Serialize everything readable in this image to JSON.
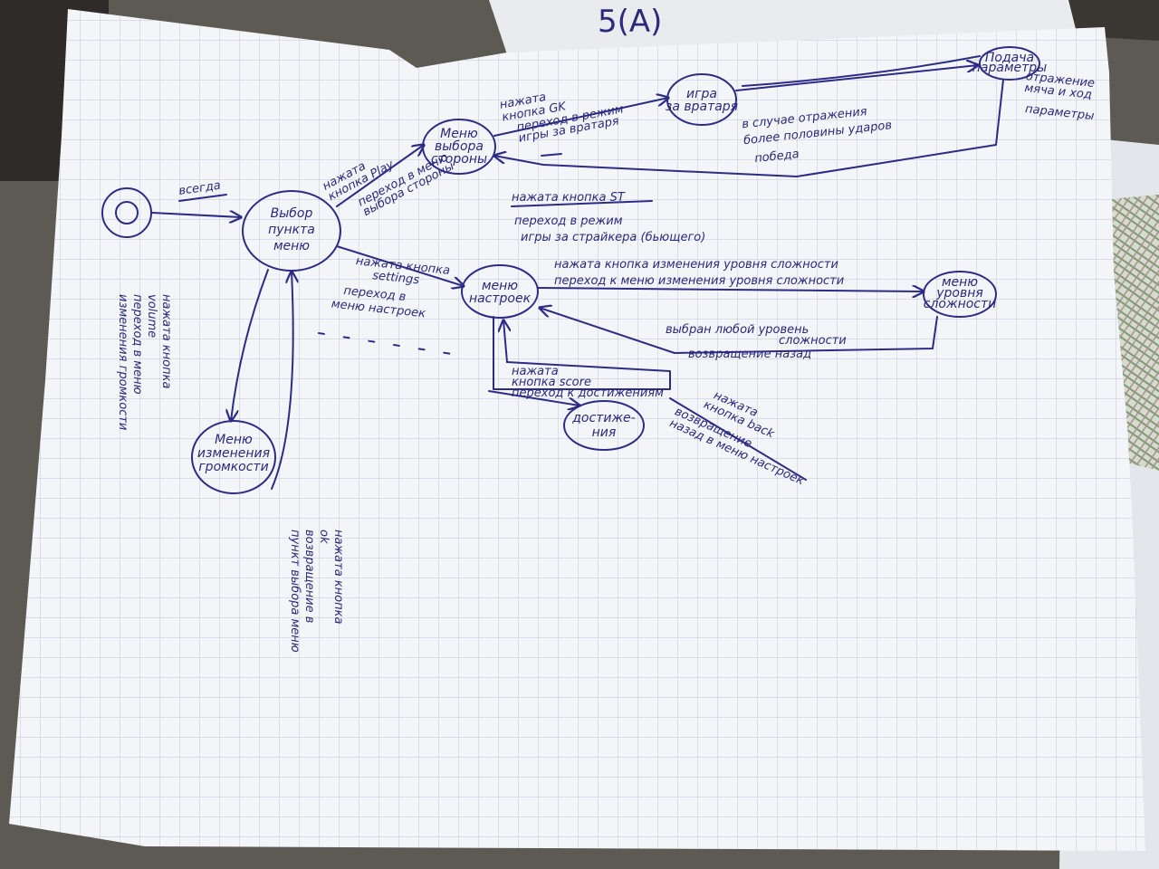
{
  "colors": {
    "ink": "#2c2c86",
    "paper": "#f4f5f8",
    "grid": "#b9c2d6",
    "background": "#6b6660",
    "background_paper": "#e9ebee",
    "plaid": "#7c9a73"
  },
  "background_scribble": "5(A)",
  "nodes": {
    "main_menu": [
      "Выбор",
      "пункта",
      "меню"
    ],
    "side_select_menu": [
      "Меню",
      "выбора",
      "стороны"
    ],
    "game_vs_computer": [
      "игра",
      "за вратаря"
    ],
    "game_params": [
      "Подача",
      "параметры"
    ],
    "settings_menu": [
      "меню",
      "настроек"
    ],
    "difficulty_menu": [
      "меню",
      "уровня",
      "сложности"
    ],
    "achievements": [
      "достиже-",
      "ния"
    ],
    "volume_menu": [
      "Меню",
      "изменения",
      "громкости"
    ]
  },
  "edges": {
    "start": "всегда",
    "play": [
      "нажата",
      "кнопка Play",
      "переход в меню",
      "выбора стороны"
    ],
    "gk": [
      "нажата",
      "кнопка GK",
      "переход в режим",
      "игры за вратаря"
    ],
    "game_note": [
      "в случае отражения",
      "более половины ударов",
      "победа"
    ],
    "display": [
      "отражение",
      "мяча и ход",
      "параметры"
    ],
    "st": [
      "нажата кнопка ST",
      "переход в режим",
      "игры за страйкера (бьющего)"
    ],
    "settings": [
      "нажата кнопка",
      "settings",
      "переход в",
      "меню настроек"
    ],
    "difficulty_change": [
      "нажата кнопка изменения уровня сложности",
      "переход к меню изменения уровня сложности"
    ],
    "difficulty_back": [
      "выбран любой уровень",
      "сложности",
      "возвращение назад"
    ],
    "score": [
      "нажата",
      "кнопка score",
      "переход к достижениям"
    ],
    "back": [
      "нажата",
      "кнопка back",
      "возвращение",
      "назад в меню настроек"
    ],
    "volume": [
      "нажата кнопка",
      "volume",
      "переход в меню",
      "изменения громкости"
    ],
    "ok": [
      "нажата кнопка",
      "ok",
      "возвращение в",
      "пункт выбора меню"
    ]
  }
}
